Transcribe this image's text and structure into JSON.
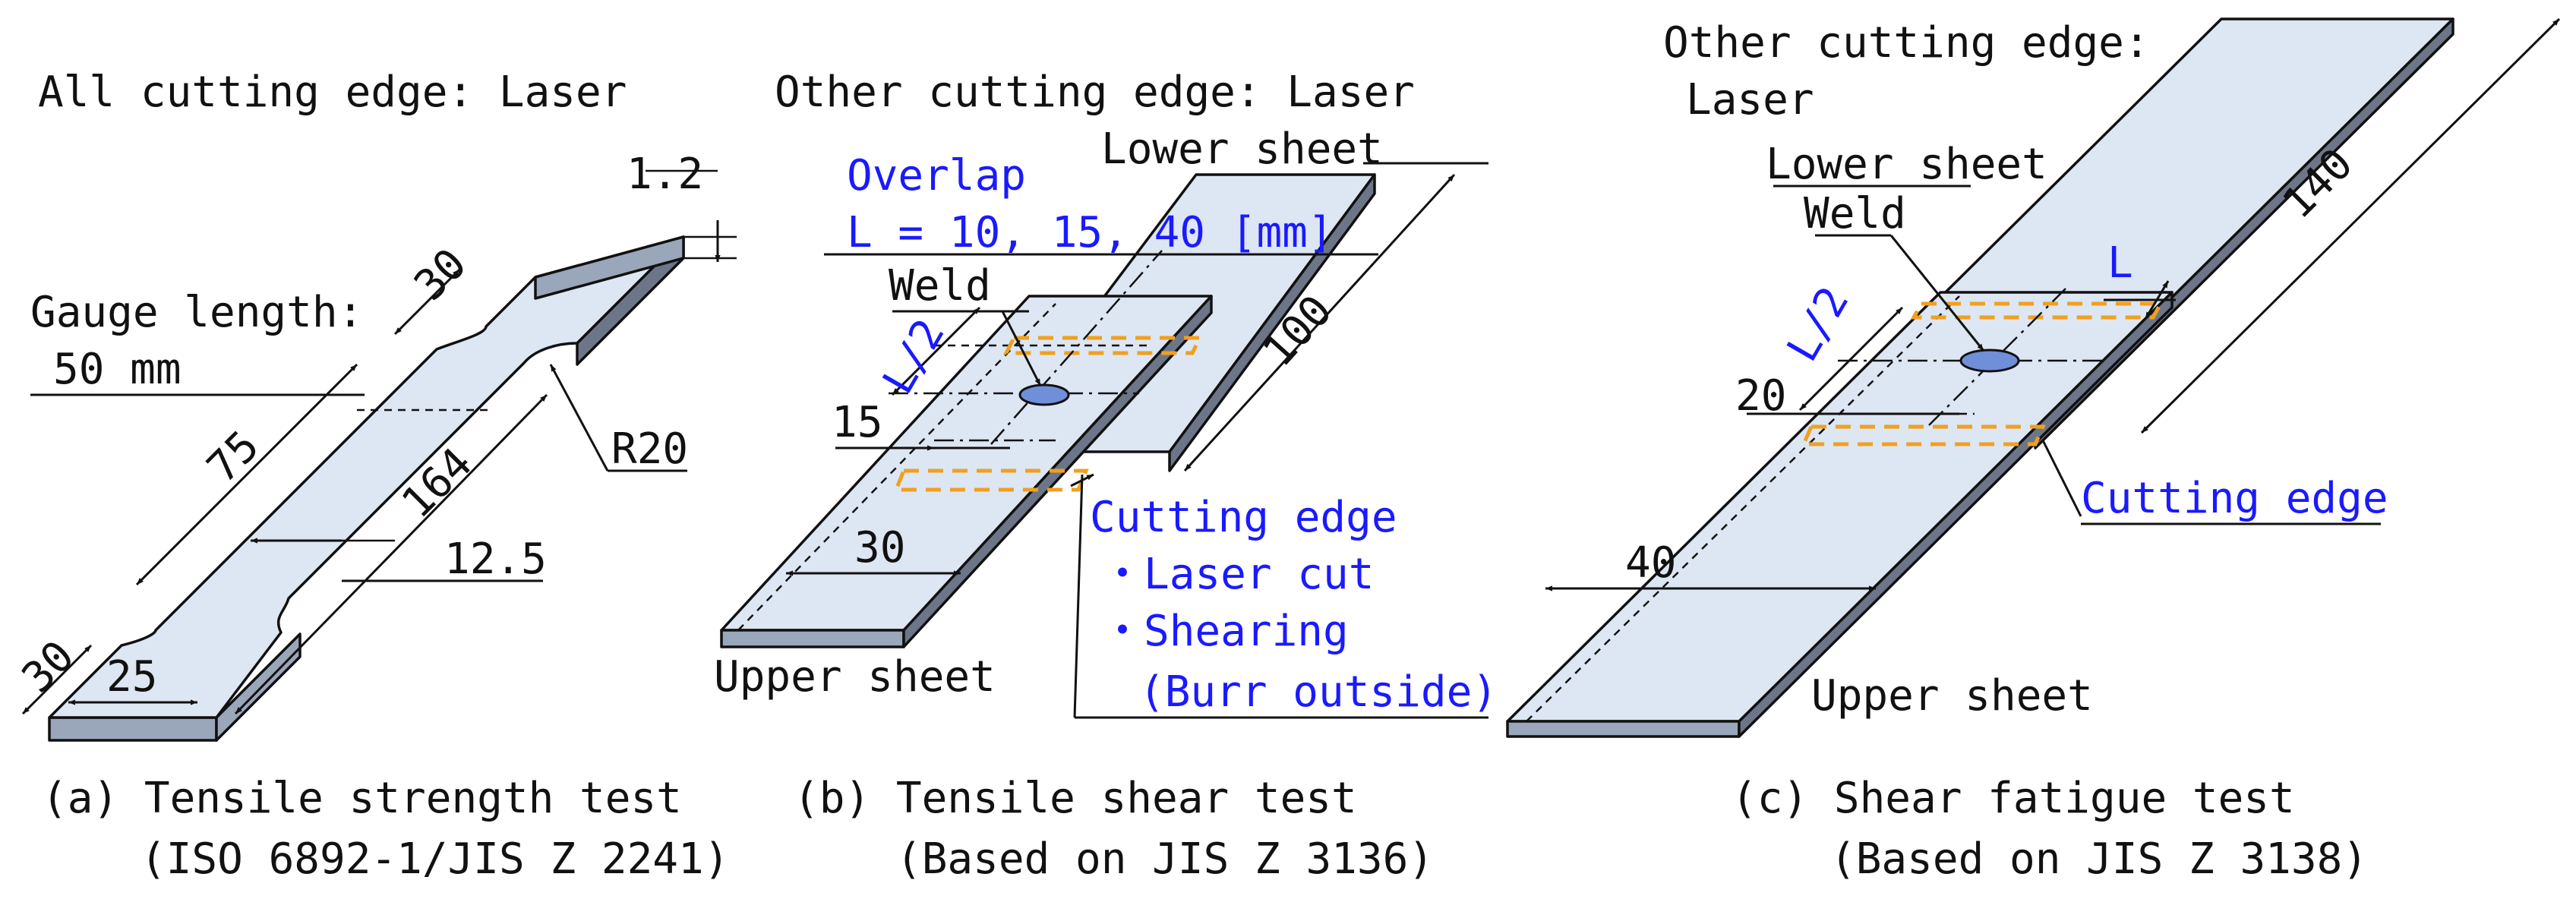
{
  "panel_a": {
    "heading": "All cutting edge: Laser",
    "gauge_label_1": "Gauge length:",
    "gauge_label_2": "50 mm",
    "dim_thickness": "1.2",
    "dim_top_width": "30",
    "dim_75": "75",
    "dim_164": "164",
    "dim_radius": "R20",
    "dim_12_5": "12.5",
    "dim_bottom_30": "30",
    "dim_25": "25",
    "caption_1": "(a) Tensile strength test",
    "caption_2": "(ISO 6892-1/JIS Z 2241)"
  },
  "panel_b": {
    "heading": "Other cutting edge: Laser",
    "lower_sheet": "Lower sheet",
    "overlap_1": "Overlap",
    "overlap_2": "L = 10, 15, 40 [mm]",
    "weld": "Weld",
    "dim_half_L": "L/2",
    "dim_100": "100",
    "dim_15": "15",
    "dim_30": "30",
    "cutting_edge": "Cutting edge",
    "laser_cut": "・Laser cut",
    "shearing": "・Shearing",
    "burr": "(Burr outside)",
    "upper_sheet": "Upper sheet",
    "caption_1": "(b) Tensile shear test",
    "caption_2": "(Based on JIS Z 3136)"
  },
  "panel_c": {
    "heading_1": "Other cutting edge:",
    "heading_2": "Laser",
    "lower_sheet": "Lower sheet",
    "weld": "Weld",
    "dim_L": "L",
    "dim_half_L": "L/2",
    "dim_140": "140",
    "dim_20": "20",
    "cutting_edge": "Cutting edge",
    "dim_40": "40",
    "upper_sheet": "Upper sheet",
    "caption_1": "(c) Shear fatigue test",
    "caption_2": "(Based on JIS Z 3138)"
  },
  "colors": {
    "plate_face": "#dde6f3",
    "label_blue": "#1a1aff",
    "overlap_dash": "#f0a020",
    "weld": "#6f8fd8"
  }
}
